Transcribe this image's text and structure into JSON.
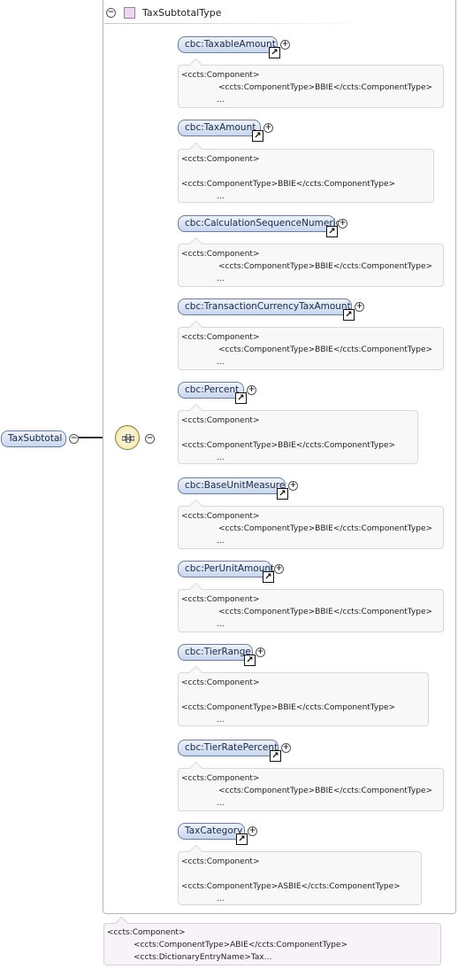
{
  "type_header": {
    "collapse_glyph": "−",
    "title": "TaxSubtotalType"
  },
  "root": {
    "label": "TaxSubtotal",
    "collapse_glyph": "−"
  },
  "sequence": {
    "icon": "sequence-compositor-icon",
    "collapse_glyph": "−"
  },
  "elements": [
    {
      "label": "cbc:TaxableAmount",
      "doc": [
        "<ccts:Component>",
        "<ccts:ComponentType>BBIE</ccts:ComponentType>",
        "..."
      ]
    },
    {
      "label": "cbc:TaxAmount",
      "doc": [
        "<ccts:Component>",
        "<ccts:ComponentType>BBIE</ccts:ComponentType>",
        "..."
      ]
    },
    {
      "label": "cbc:CalculationSequenceNumeric",
      "doc": [
        "<ccts:Component>",
        "<ccts:ComponentType>BBIE</ccts:ComponentType>",
        "..."
      ]
    },
    {
      "label": "cbc:TransactionCurrencyTaxAmount",
      "doc": [
        "<ccts:Component>",
        "<ccts:ComponentType>BBIE</ccts:ComponentType>",
        "..."
      ]
    },
    {
      "label": "cbc:Percent",
      "doc": [
        "<ccts:Component>",
        "<ccts:ComponentType>BBIE</ccts:ComponentType>",
        "..."
      ]
    },
    {
      "label": "cbc:BaseUnitMeasure",
      "doc": [
        "<ccts:Component>",
        "<ccts:ComponentType>BBIE</ccts:ComponentType>",
        "..."
      ]
    },
    {
      "label": "cbc:PerUnitAmount",
      "doc": [
        "<ccts:Component>",
        "<ccts:ComponentType>BBIE</ccts:ComponentType>",
        "..."
      ]
    },
    {
      "label": "cbc:TierRange",
      "doc": [
        "<ccts:Component>",
        "<ccts:ComponentType>BBIE</ccts:ComponentType>",
        "..."
      ]
    },
    {
      "label": "cbc:TierRatePercent",
      "doc": [
        "<ccts:Component>",
        "<ccts:ComponentType>BBIE</ccts:ComponentType>",
        "..."
      ]
    },
    {
      "label": "TaxCategory",
      "doc": [
        "<ccts:Component>",
        "<ccts:ComponentType>ASBIE</ccts:ComponentType>",
        "..."
      ]
    }
  ],
  "type_doc": [
    "<ccts:Component>",
    "<ccts:ComponentType>ABIE</ccts:ComponentType>",
    "<ccts:DictionaryEntryName>Tax..."
  ],
  "glyphs": {
    "expand": "+",
    "link": "↗"
  }
}
